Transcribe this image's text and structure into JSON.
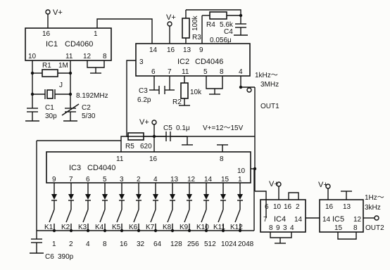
{
  "ic1": {
    "name": "IC1",
    "part": "CD4060",
    "pins": {
      "p16": "16",
      "p1": "1",
      "p10": "10",
      "p11": "11",
      "p12": "12",
      "p8": "8"
    }
  },
  "ic2": {
    "name": "IC2",
    "part": "CD4046",
    "pins": {
      "p14": "14",
      "p16": "16",
      "p13": "13",
      "p9": "9",
      "p3": "3",
      "p6": "6",
      "p7": "7",
      "p11": "11",
      "p5": "5",
      "p8": "8",
      "p4": "4"
    }
  },
  "ic3": {
    "name": "IC3",
    "part": "CD4040",
    "pins": {
      "p11": "11",
      "p16": "16",
      "p8": "8",
      "p10": "10"
    },
    "outputs": [
      "9",
      "7",
      "6",
      "5",
      "3",
      "2",
      "4",
      "13",
      "12",
      "14",
      "15",
      "1"
    ]
  },
  "ic4": {
    "name": "IC4",
    "pins": [
      "6",
      "10",
      "16",
      "2",
      "7",
      "14",
      "8",
      "9",
      "3",
      "4"
    ]
  },
  "ic5": {
    "name": "IC5",
    "pins": [
      "16",
      "13",
      "14",
      "12",
      "15",
      "8"
    ]
  },
  "supply": {
    "vplus": "V+",
    "range": "V+=12～15V"
  },
  "components": {
    "r1": "R1",
    "r1_val": "1M",
    "j": "J",
    "xtal": "8.192MHz",
    "c1": "C1",
    "c1_val": "30p",
    "c2": "C2",
    "c2_val": "5/30",
    "r3": "R3",
    "r3_val": "100k",
    "r4": "R4",
    "r4_val": "5.6k",
    "c4": "C4",
    "c4_val": "0.056μ",
    "c3": "C3",
    "c3_val": "6.2p",
    "r2": "R2",
    "r2_val": "10k",
    "c5": "C5",
    "c5_val": "0.1μ",
    "r5": "R5",
    "r5_val": "620",
    "c6": "C6",
    "c6_val": "390p"
  },
  "switches": [
    "K1",
    "K2",
    "K3",
    "K4",
    "K5",
    "K6",
    "K7",
    "K8",
    "K9",
    "K10",
    "K11",
    "K12"
  ],
  "divisors": [
    "1",
    "2",
    "4",
    "8",
    "16",
    "32",
    "64",
    "128",
    "256",
    "512",
    "1024",
    "2048"
  ],
  "out1": {
    "label": "OUT1",
    "freq1": "1kHz～",
    "freq2": "3MHz"
  },
  "out2": {
    "label": "OUT2",
    "freq1": "1Hz～",
    "freq2": "3kHz"
  }
}
